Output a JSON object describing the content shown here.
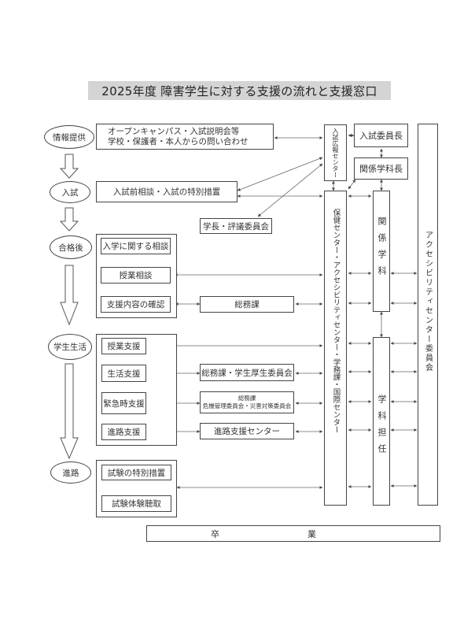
{
  "title": "2025年度 障害学生に対する支援の流れと支援窓口",
  "stages": [
    {
      "label": "情報提供"
    },
    {
      "label": "入試"
    },
    {
      "label": "合格後"
    },
    {
      "label": "学生生活"
    },
    {
      "label": "進路"
    }
  ],
  "left_boxes": {
    "info_line1": "オープンキャンパス・入試説明会等",
    "info_line2": "学校・保護者・本人からの問い合わせ",
    "exam": "入試前相談・入試の特別措置",
    "after_pass": [
      "入学に関する相談",
      "授業相談",
      "支援内容の確認"
    ],
    "student_life": [
      "授業支援",
      "生活支援",
      "緊急時支援",
      "進路支援"
    ],
    "career": [
      "試験の特別措置",
      "試験体験聴取"
    ]
  },
  "middle_boxes": {
    "president": "学長・評議委員会",
    "general_affairs": "総務課",
    "welfare": "総務課・学生厚生委員会",
    "crisis_line1": "総務課",
    "crisis_line2": "危機管理委員会・災害対策委員会",
    "career_center": "進路支援センター"
  },
  "right_boxes": {
    "admission_pr_center": "入試広報センター",
    "admission_chair": "入試委員長",
    "dept_head": "関係学科長",
    "health_center": "保健センター・アクセシビリティセンター・学務課・国際センター",
    "related_dept": "関係学科",
    "class_teacher": "学科担任",
    "accessibility_committee": "アクセシビリティセンター委員会"
  },
  "graduation": {
    "left": "卒",
    "right": "業"
  }
}
